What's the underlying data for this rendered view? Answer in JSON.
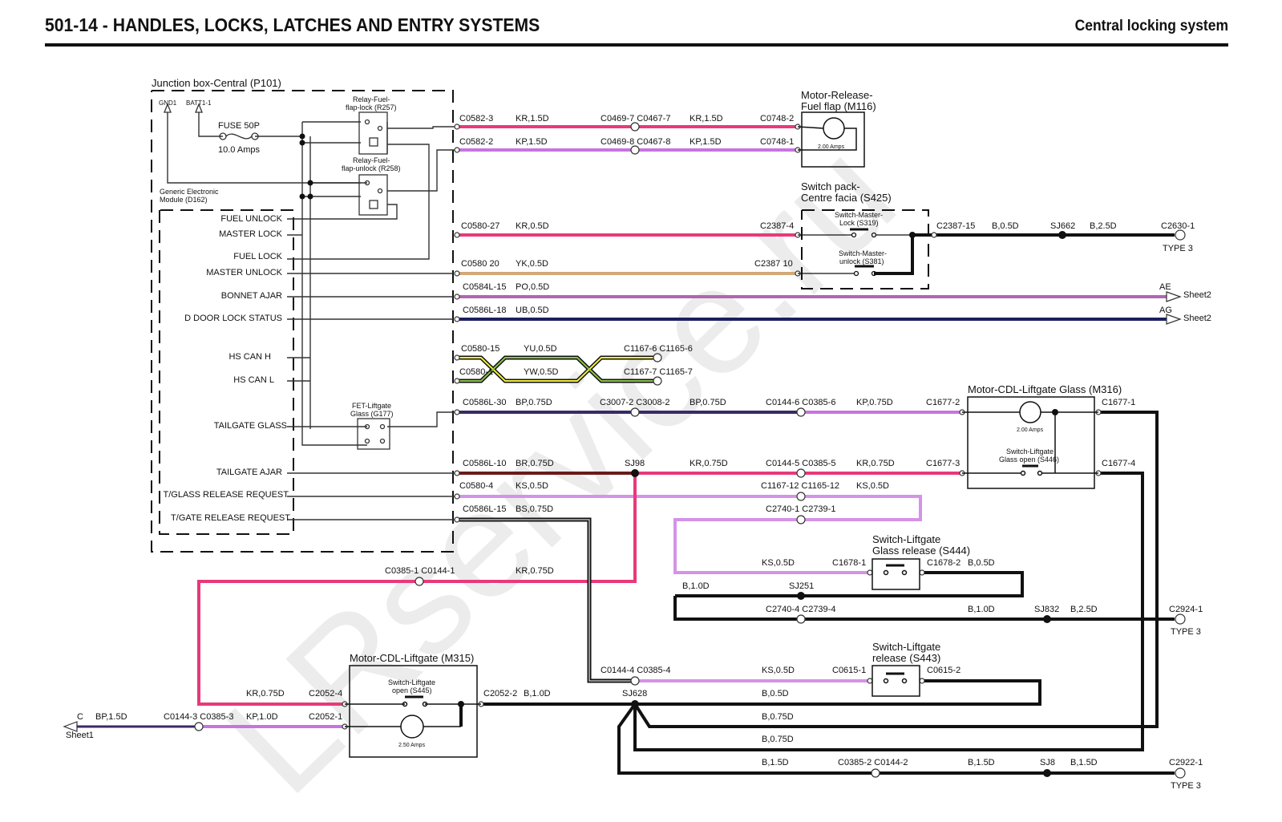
{
  "header": {
    "title": "501-14 - HANDLES, LOCKS, LATCHES AND ENTRY SYSTEMS",
    "subtitle": "Central locking system"
  },
  "watermark": "LRservice.ru",
  "colors": {
    "pink": "#e8397a",
    "magenta": "#c873e0",
    "violet": "#d493e6",
    "tan": "#d2a878",
    "purple": "#b066b0",
    "navy": "#1c1f5e",
    "black": "#111111",
    "yellow": "#f2ee3c",
    "green": "#8ac24a"
  },
  "labels": {
    "junction_box": "Junction box-Central (P101)",
    "gnd1": "GND1",
    "batt1": "BATT1-1",
    "fuse": "FUSE 50P",
    "fuse_amps": "10.0 Amps",
    "relay_lock_1": "Relay-Fuel-",
    "relay_lock_2": "flap-lock (R257)",
    "relay_unlock_1": "Relay-Fuel-",
    "relay_unlock_2": "flap-unlock (R258)",
    "gem_1": "Generic Electronic",
    "gem_2": "Module (D162)",
    "fet_1": "FET-Liftgate",
    "fet_2": "Glass (G177)",
    "m116_1": "Motor-Release-",
    "m116_2": "Fuel flap (M116)",
    "m116_amps": "2.00 Amps",
    "s425_1": "Switch pack-",
    "s425_2": "Centre facia (S425)",
    "s319_1": "Switch-Master-",
    "s319_2": "Lock (S319)",
    "s381_1": "Switch-Master-",
    "s381_2": "unlock (S381)",
    "m316": "Motor-CDL-Liftgate Glass (M316)",
    "m316_amps": "2.00 Amps",
    "s446_1": "Switch-Liftgate",
    "s446_2": "Glass open (S446)",
    "s444_1": "Switch-Liftgate",
    "s444_2": "Glass release (S444)",
    "s443_1": "Switch-Liftgate",
    "s443_2": "release (S443)",
    "m315": "Motor-CDL-Liftgate (M315)",
    "s445_1": "Switch-Liftgate",
    "s445_2": "open (S445)",
    "m315_amps": "2.50 Amps"
  },
  "pins": [
    "FUEL  UNLOCK",
    "MASTER LOCK",
    "FUEL LOCK",
    "MASTER UNLOCK",
    "BONNET AJAR",
    "D DOOR LOCK STATUS",
    "HS CAN H",
    "HS CAN L",
    "TAILGATE GLASS",
    "TAILGATE AJAR",
    "T/GLASS RELEASE REQUEST",
    "T/GATE RELEASE REQUEST"
  ],
  "wire_labels": [
    "C0582-3",
    "KR,1.5D",
    "C0469-7 C0467-7",
    "KR,1.5D",
    "C0748-2",
    "C0582-2",
    "KP,1.5D",
    "C0469-8 C0467-8",
    "KP,1.5D",
    "C0748-1",
    "C0580-27",
    "KR,0.5D",
    "C2387-4",
    "C2387-15",
    "B,0.5D",
    "SJ662",
    "B,2.5D",
    "C2630-1",
    "TYPE 3",
    "C0580 20",
    "YK,0.5D",
    "C2387 10",
    "C0584L-15",
    "PO,0.5D",
    "AE",
    "Sheet2",
    "C0586L-18",
    "UB,0.5D",
    "AG",
    "Sheet2",
    "C0580-15",
    "YU,0.5D",
    "C1167-6 C1165-6",
    "C0580-1",
    "YW,0.5D",
    "C1167-7 C1165-7",
    "C0586L-30",
    "BP,0.75D",
    "C3007-2 C3008-2",
    "BP,0.75D",
    "C0144-6 C0385-6",
    "KP,0.75D",
    "C1677-2",
    "C1677-1",
    "C0586L-10",
    "BR,0.75D",
    "SJ98",
    "KR,0.75D",
    "C0144-5 C0385-5",
    "KR,0.75D",
    "C1677-3",
    "C1677-4",
    "C0580-4",
    "KS,0.5D",
    "C1167-12 C1165-12",
    "KS,0.5D",
    "C0586L-15",
    "BS,0.75D",
    "C2740-1 C2739-1",
    "KS,0.5D",
    "C1678-1",
    "C1678-2",
    "B,0.5D",
    "C0385-1 C0144-1",
    "KR,0.75D",
    "B,1.0D",
    "SJ251",
    "C2740-4 C2739-4",
    "B,1.0D",
    "SJ832",
    "B,2.5D",
    "C2924-1",
    "TYPE 3",
    "C0144-4 C0385-4",
    "KS,0.5D",
    "C0615-1",
    "C0615-2",
    "KR,0.75D",
    "C2052-4",
    "C2052-2",
    "B,1.0D",
    "SJ628",
    "B,0.5D",
    "C",
    "BP,1.5D",
    "C0144-3 C0385-3",
    "KP,1.0D",
    "C2052-1",
    "Sheet1",
    "B,0.75D",
    "B,0.75D",
    "B,1.5D",
    "C0385-2 C0144-2",
    "B,1.5D",
    "SJ8",
    "B,1.5D",
    "C2922-1",
    "TYPE 3"
  ]
}
